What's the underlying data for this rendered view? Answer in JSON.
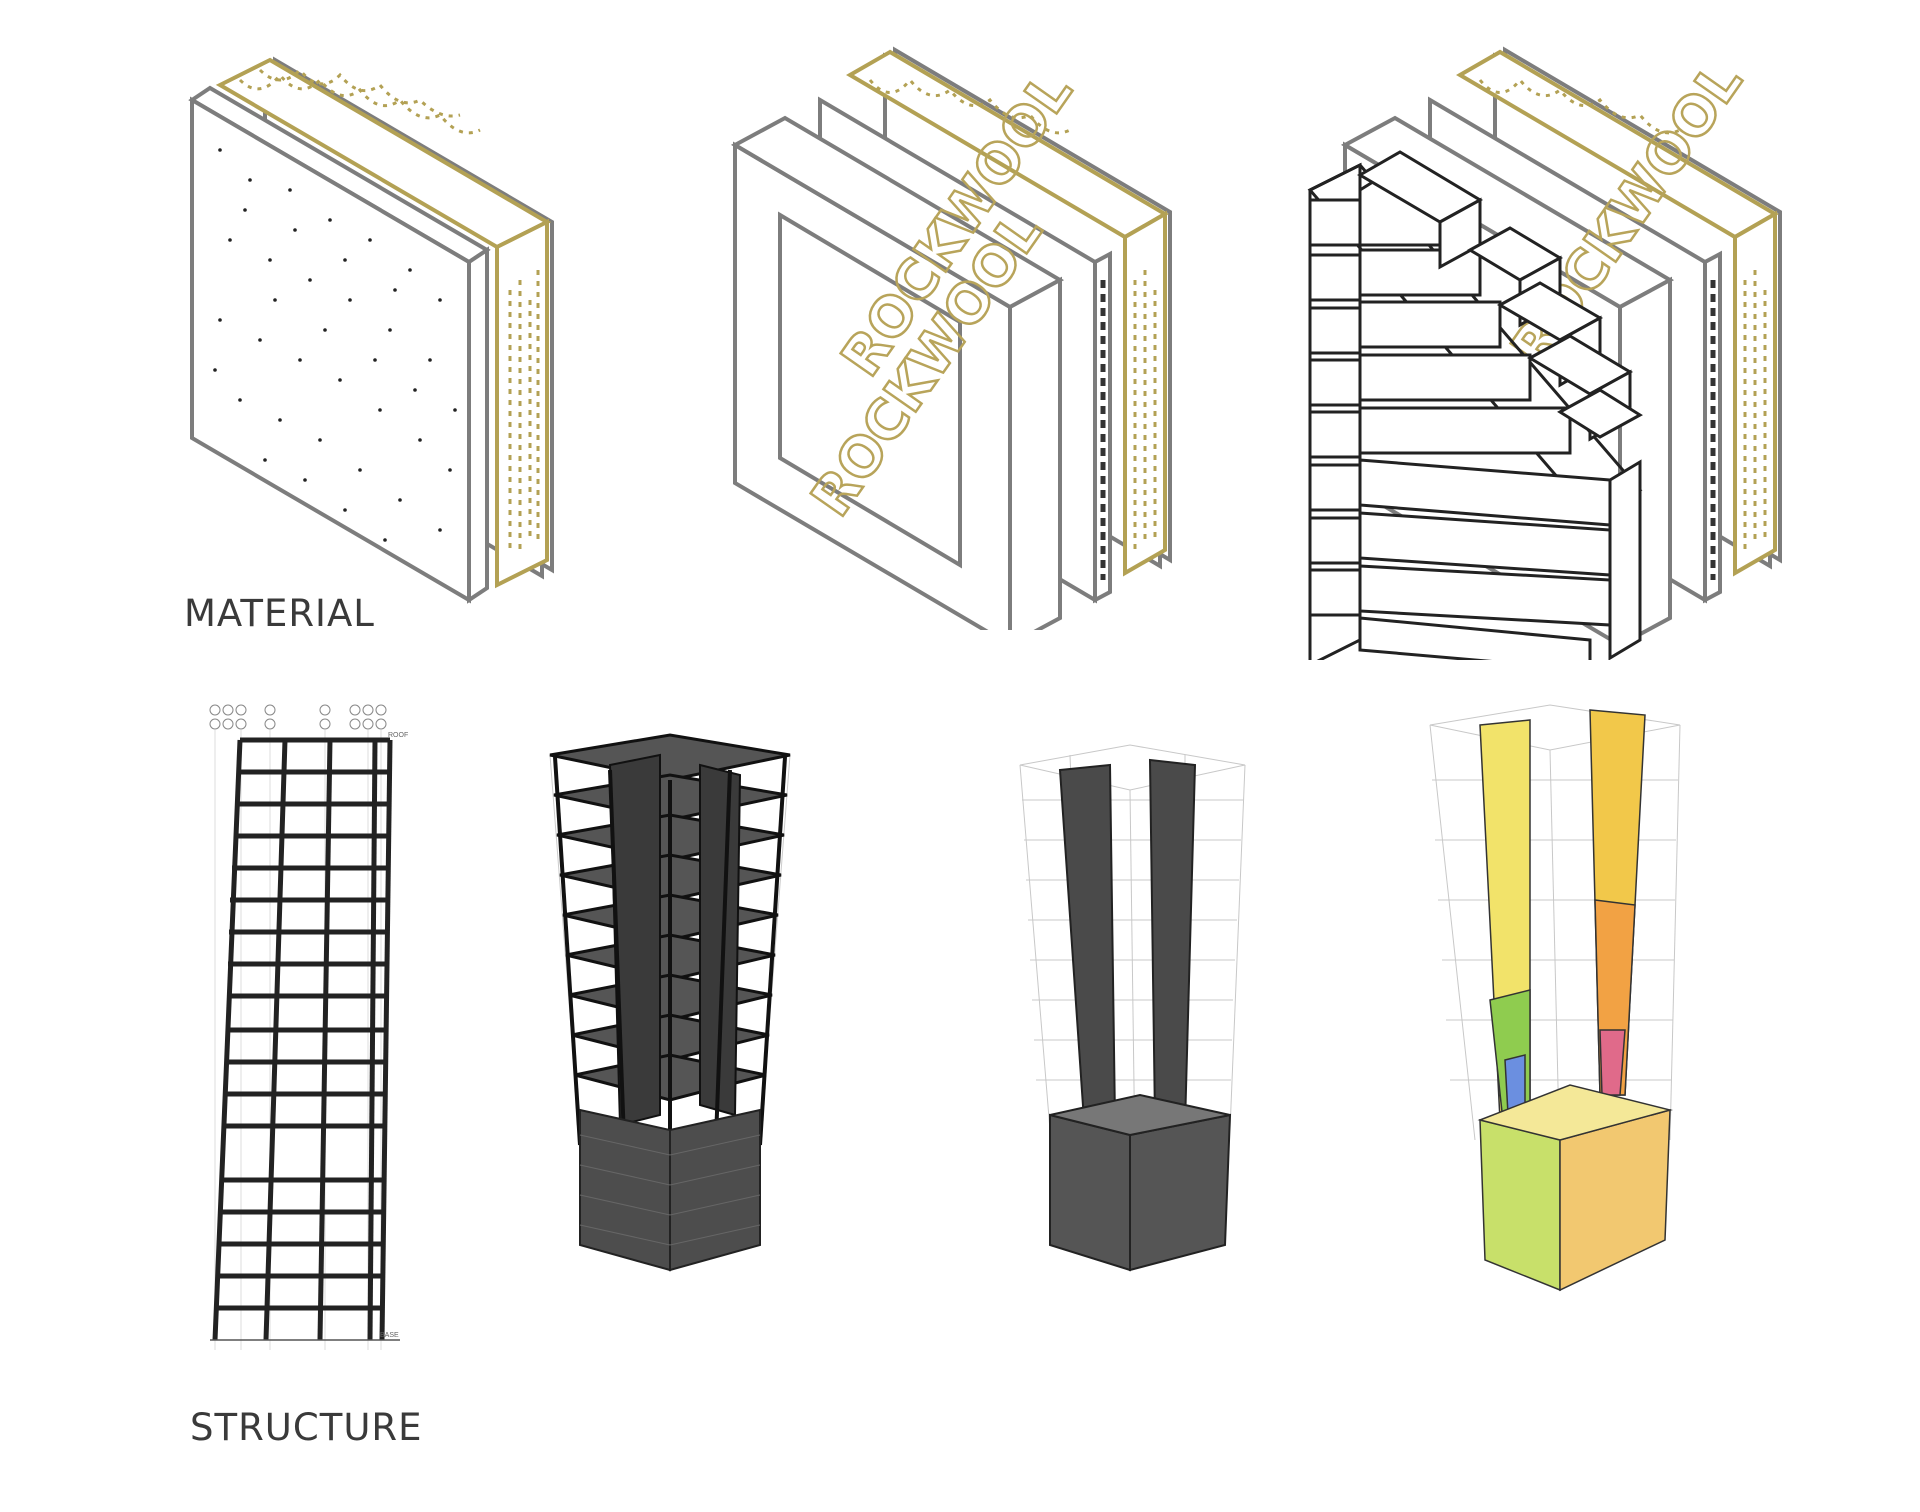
{
  "sections": {
    "material": {
      "label": "MATERIAL",
      "panels": [
        {
          "name": "plaster-insulation-panel",
          "brand": ""
        },
        {
          "name": "rockwool-panel",
          "brand": "ROCKWOOL"
        },
        {
          "name": "brick-rockwool-panel",
          "brand": "ROCKWOOL"
        }
      ]
    },
    "structure": {
      "label": "STRUCTURE",
      "models": [
        {
          "name": "frame-elevation",
          "top_label": "ROOF",
          "base_label": "BASE"
        },
        {
          "name": "frame-3d-model"
        },
        {
          "name": "core-walls-model"
        },
        {
          "name": "stress-analysis-model"
        }
      ]
    }
  },
  "colors": {
    "panel_stroke": "#7d7d7d",
    "insulation_gold": "#b3a154",
    "rockwool_gold": "#b8a45a",
    "dark_frame": "#2a2a2a",
    "core_grey": "#555555",
    "grid_light": "#c8c8c8",
    "stress_yellow": "#f2e36a",
    "stress_orange": "#f2a244",
    "stress_green": "#8fcc4f",
    "stress_blue": "#6b8fe0"
  }
}
